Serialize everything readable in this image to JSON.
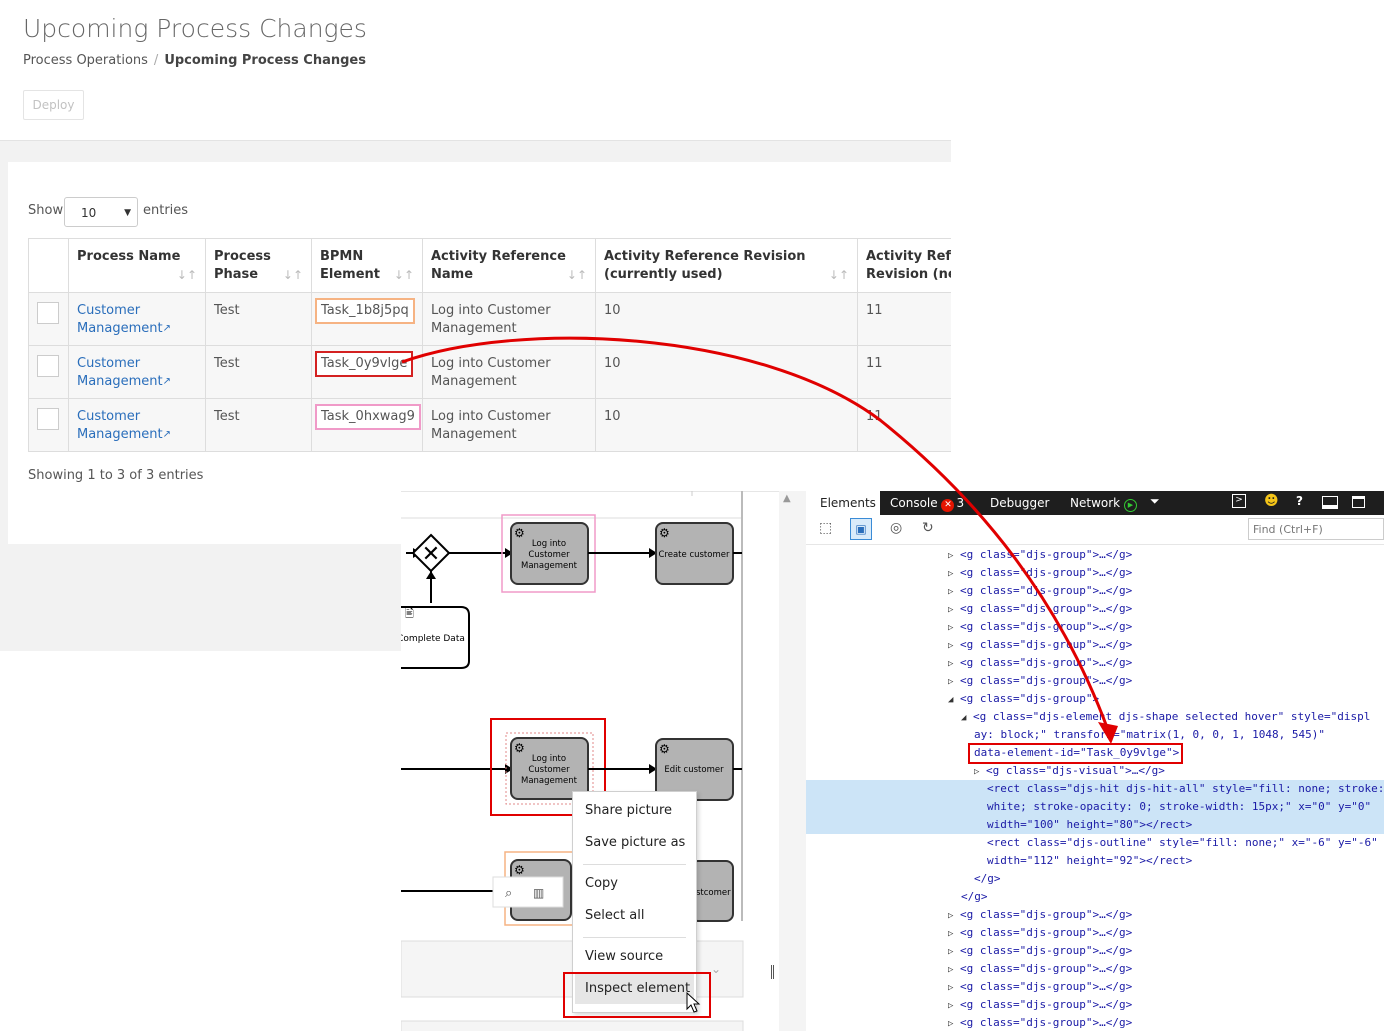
{
  "page": {
    "title": "Upcoming Process Changes",
    "breadcrumb": {
      "parent": "Process Operations",
      "separator": "/",
      "current": "Upcoming Process Changes"
    },
    "deploy_label": "Deploy"
  },
  "entries": {
    "show_label": "Show",
    "value": "10",
    "suffix": "entries"
  },
  "table": {
    "headers": [
      {
        "line1": "Process Name",
        "line2": ""
      },
      {
        "line1": "Process",
        "line2": "Phase"
      },
      {
        "line1": "BPMN",
        "line2": "Element"
      },
      {
        "line1": "Activity Reference",
        "line2": "Name"
      },
      {
        "line1": "Activity Reference Revision",
        "line2": "(currently used)"
      },
      {
        "line1": "Activity Refer",
        "line2": "Revision (new"
      }
    ],
    "rows": [
      {
        "process_line1": "Customer",
        "process_line2": "Management",
        "phase": "Test",
        "bpmn": "Task_1b8j5pq",
        "activity_line1": "Log into Customer",
        "activity_line2": "Management",
        "rev_current": "10",
        "rev_new": "11"
      },
      {
        "process_line1": "Customer",
        "process_line2": "Management",
        "phase": "Test",
        "bpmn": "Task_0y9vlge",
        "activity_line1": "Log into Customer",
        "activity_line2": "Management",
        "rev_current": "10",
        "rev_new": "11"
      },
      {
        "process_line1": "Customer",
        "process_line2": "Management",
        "phase": "Test",
        "bpmn": "Task_0hxwag9",
        "activity_line1": "Log into Customer",
        "activity_line2": "Management",
        "rev_current": "10",
        "rev_new": "11"
      }
    ],
    "footer": "Showing 1 to 3 of 3 entries"
  },
  "diagram": {
    "complete_data": "Complete Data",
    "task1": [
      "Log into",
      "Customer",
      "Management"
    ],
    "create_customer": "Create customer",
    "task2": [
      "Log into",
      "Customer",
      "Management"
    ],
    "edit_customer": "Edit customer",
    "partial_customer": "stcomer"
  },
  "context_menu": {
    "items": [
      "Share picture",
      "Save picture as",
      "Copy",
      "Select all",
      "View source",
      "Inspect element"
    ]
  },
  "devtools": {
    "tabs": [
      "Elements",
      "Console",
      "Debugger",
      "Network"
    ],
    "console_badge": "3",
    "find_placeholder": "Find (Ctrl+F)",
    "group_line": "<g class=\"djs-group\">…</g>",
    "open_group": "<g class=\"djs-group\">",
    "element_line_a": "<g class=\"djs-element djs-shape selected hover\" style=\"displ",
    "element_line_b": "ay: block;\" transform=\"matrix(1, 0, 0, 1, 1048, 545)\"",
    "element_line_c": "data-element-id=\"Task_0y9vlge\">",
    "visual_line": "<g class=\"djs-visual\">…</g>",
    "rect1_a": "<rect class=\"djs-hit djs-hit-all\" style=\"fill: none; stroke:",
    "rect1_b": "white; stroke-opacity: 0; stroke-width: 15px;\" x=\"0\" y=\"0\"",
    "rect1_c": "width=\"100\" height=\"80\"></rect>",
    "rect2_a": "<rect class=\"djs-outline\" style=\"fill: none;\" x=\"-6\" y=\"-6\"",
    "rect2_b": "width=\"112\" height=\"92\"></rect>",
    "close_g": "</g>"
  },
  "colors": {
    "link": "#2a6ebb",
    "annotation_red": "#e00000",
    "orange": "#f6b383",
    "pink": "#f09ac8",
    "selected_row": "#cce4f7"
  }
}
